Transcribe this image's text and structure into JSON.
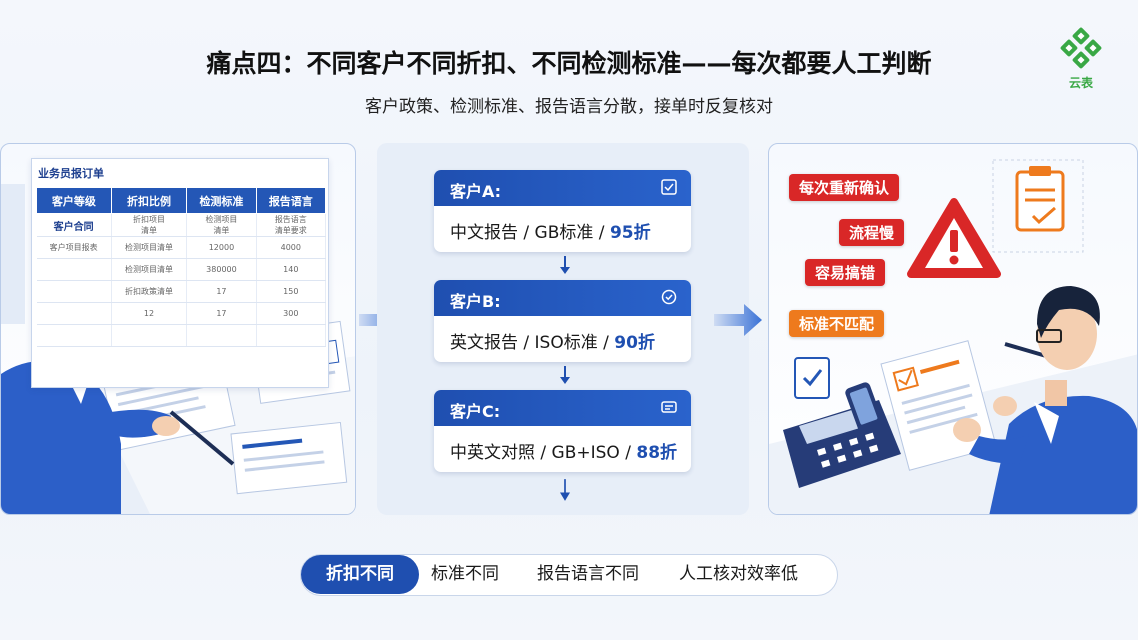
{
  "title": "痛点四：不同客户不同折扣、不同检测标准——每次都要人工判断",
  "subtitle": "客户政策、检测标准、报告语言分散，接单时反复核对",
  "logo_text": "云表",
  "order_sheet": {
    "title": "业务员报订单",
    "headers": [
      "客户等级",
      "折扣比例",
      "检测标准",
      "报告语言"
    ],
    "rows": [
      [
        "客户合同",
        "折扣项目\n清单",
        "检测项目\n清单",
        "报告语言\n清单要求"
      ],
      [
        "客户项目报表",
        "检测项目清单",
        "12000",
        "4000"
      ],
      [
        "",
        "检测项目清单",
        "380000",
        "140"
      ],
      [
        "",
        "折扣政策清单",
        "17",
        "150"
      ],
      [
        "",
        "12",
        "17",
        "300"
      ],
      [
        "",
        "",
        "",
        ""
      ]
    ]
  },
  "cards": [
    {
      "name": "客户A:",
      "report": "中文报告",
      "standard": "GB标准",
      "discount": "95折"
    },
    {
      "name": "客户B:",
      "report": "英文报告",
      "standard": "ISO标准",
      "discount": "90折"
    },
    {
      "name": "客户C:",
      "report": "中英文对照",
      "standard": "GB+ISO",
      "discount": "88折"
    }
  ],
  "separator": " / ",
  "tags": [
    "每次重新确认",
    "流程慢",
    "容易搞错",
    "标准不匹配"
  ],
  "pills": [
    "折扣不同",
    "标准不同",
    "报告语言不同",
    "人工核对效率低"
  ],
  "colors": {
    "primary": "#1f4fb0",
    "red": "#d92727",
    "orange": "#ee7a1d",
    "logo": "#39a845"
  }
}
